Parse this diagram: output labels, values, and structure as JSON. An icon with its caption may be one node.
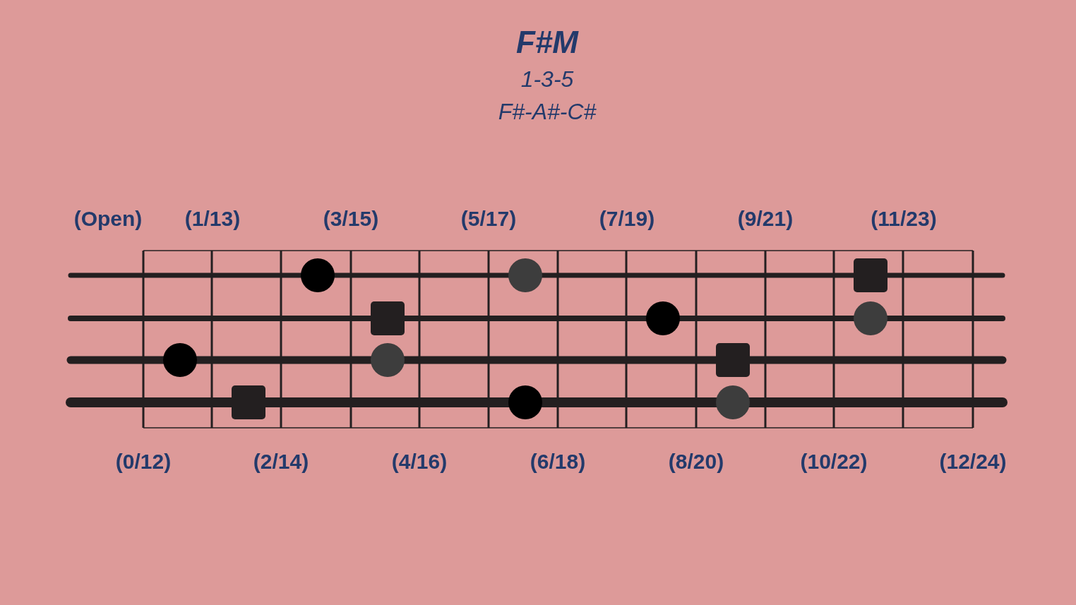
{
  "diagram": {
    "title": "F#M",
    "labels": [
      "1-3-5",
      "F#-A#-C#",
      "(Open)",
      "(1/13)",
      "(3/15)",
      "(5/17)",
      "(7/19)",
      "(9/21)",
      "(11/23)",
      "(0/12)",
      "(2/14)",
      "(4/16)",
      "(6/18)",
      "(8/20)",
      "(10/22)",
      "(12/24)"
    ]
  }
}
